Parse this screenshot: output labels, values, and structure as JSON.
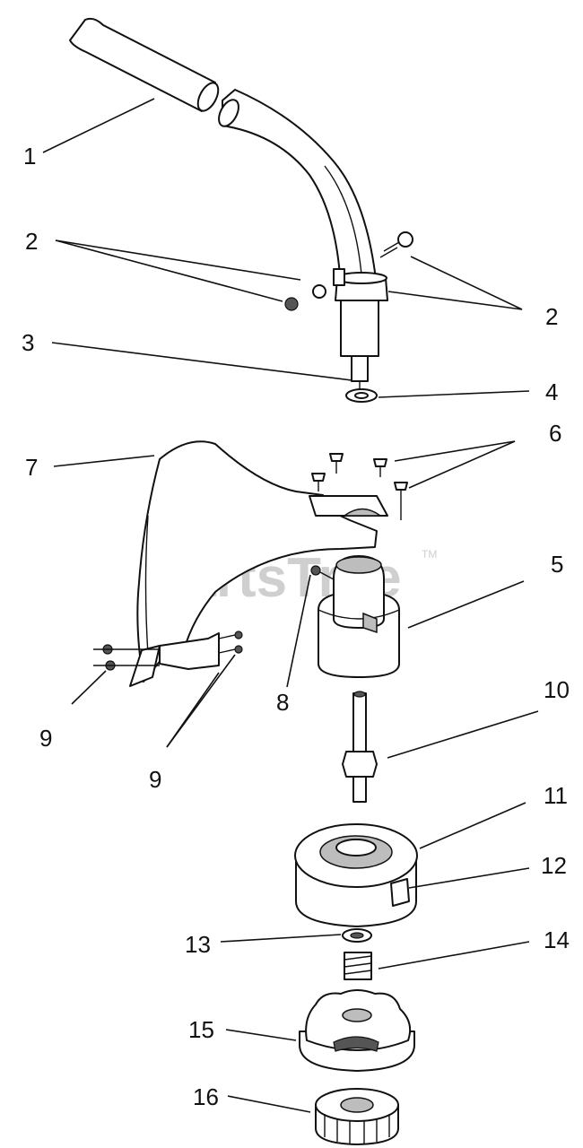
{
  "watermark": {
    "text": "PartsTree",
    "tm": "TM"
  },
  "callouts": [
    "1",
    "2",
    "2",
    "3",
    "4",
    "6",
    "7",
    "5",
    "8",
    "10",
    "9",
    "9",
    "11",
    "12",
    "13",
    "14",
    "15",
    "16"
  ]
}
